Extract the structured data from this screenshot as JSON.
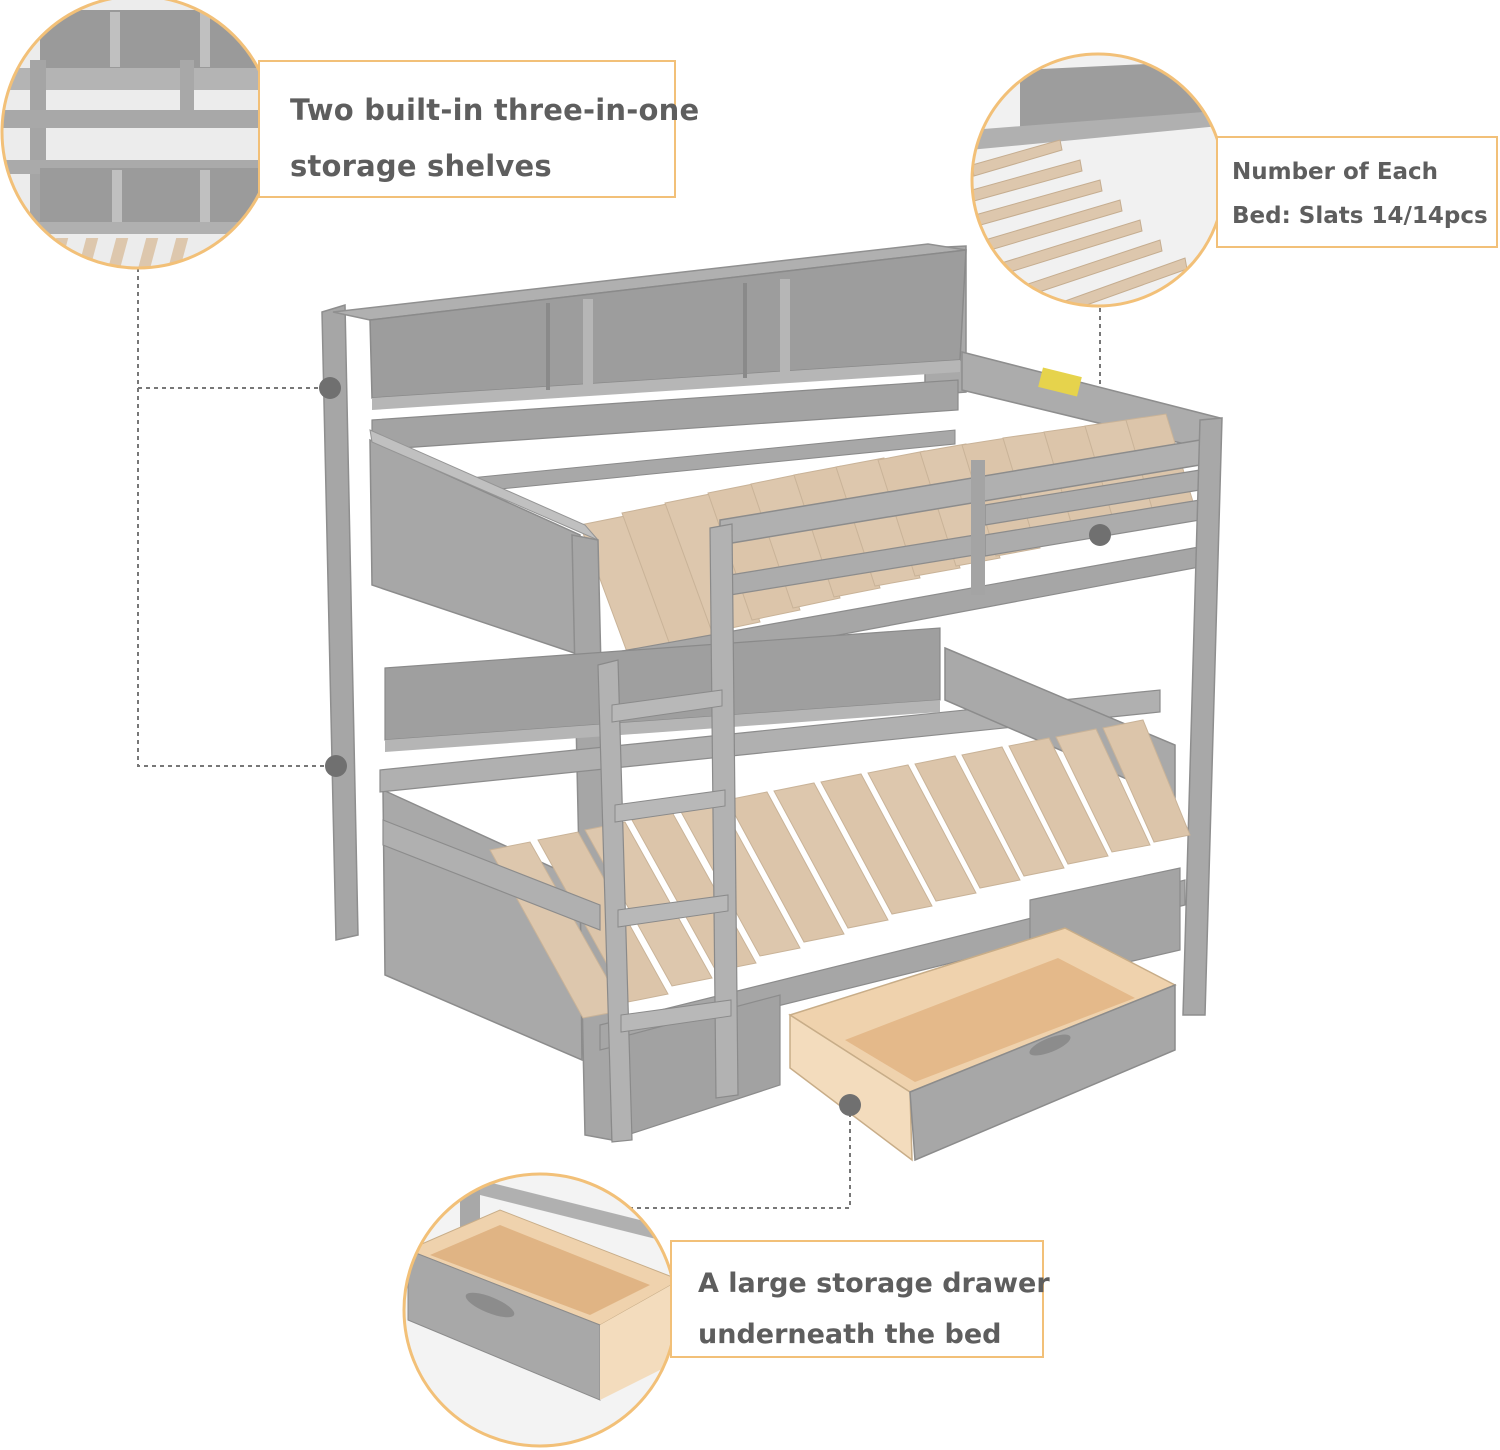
{
  "callouts": {
    "shelves": {
      "line1": "Two built-in three-in-one",
      "line2": "storage shelves"
    },
    "slats": {
      "line1": "Number of Each",
      "line2": "Bed: Slats 14/14pcs"
    },
    "drawer": {
      "line1": "A large storage drawer",
      "line2": "underneath the bed"
    }
  },
  "colors": {
    "frame_gray": "#a4a4a4",
    "frame_dark": "#8e8e8e",
    "slat_wood": "#ddc7ad",
    "drawer_wood": "#f1d8b6",
    "accent_border": "#f2c078",
    "text": "#5e5e5e"
  }
}
